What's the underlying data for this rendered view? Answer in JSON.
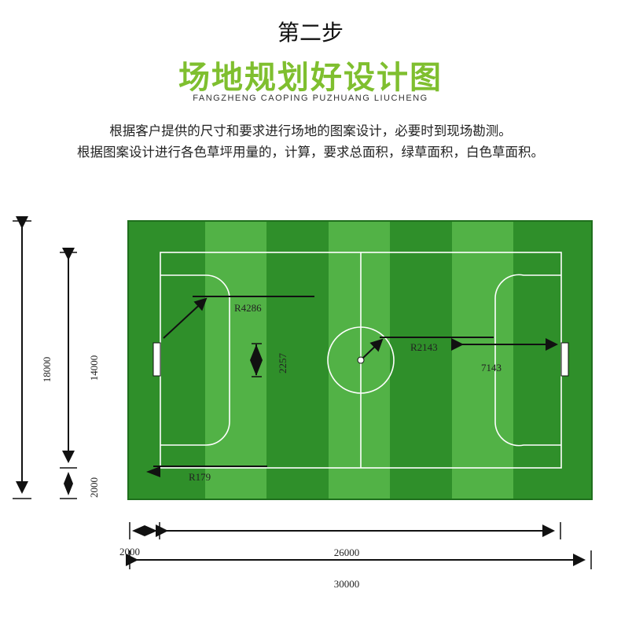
{
  "header": {
    "step": "第二步",
    "title": "场地规划好设计图",
    "pinyin": "FANGZHENG CAOPING PUZHUANG LIUCHENG",
    "desc_line1": "根据客户提供的尺寸和要求进行场地的图案设计，必要时到现场勘测。",
    "desc_line2": "根据图案设计进行各色草坪用量的，计算，要求总面积，绿草面积，白色草面积。"
  },
  "diagram": {
    "labels": {
      "r4286": "R4286",
      "r2143": "R2143",
      "r179": "R179",
      "d2257": "2257",
      "d7143": "7143",
      "d18000": "18000",
      "d14000": "14000",
      "d2000_left": "2000",
      "d2000_bottom": "2000",
      "d26000": "26000",
      "d30000": "30000"
    },
    "colors": {
      "stripe_dark": "#2f8f2a",
      "stripe_light": "#52b246",
      "lines": "#ffffff",
      "arrows": "#111111"
    }
  }
}
